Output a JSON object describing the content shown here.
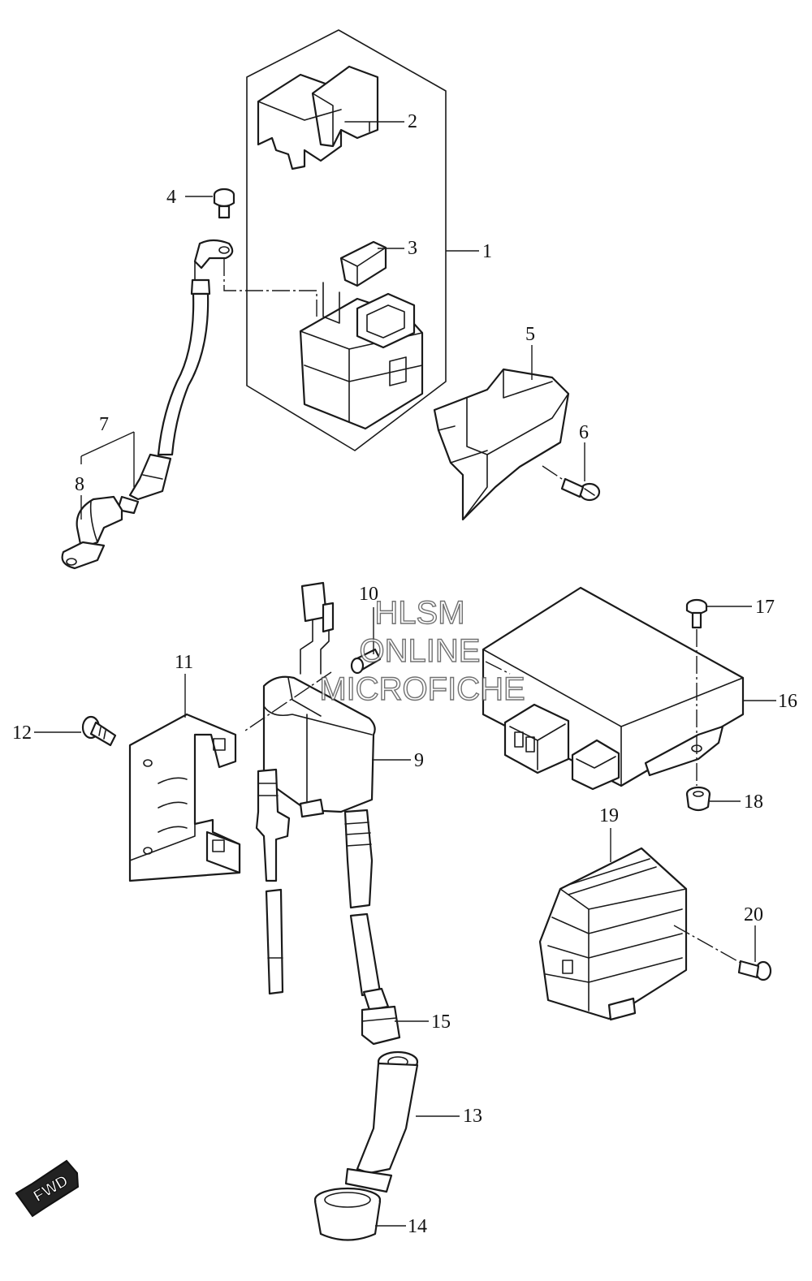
{
  "callouts": {
    "c1": "1",
    "c2": "2",
    "c3": "3",
    "c4": "4",
    "c5": "5",
    "c6": "6",
    "c7": "7",
    "c8": "8",
    "c9": "9",
    "c10": "10",
    "c11": "11",
    "c12": "12",
    "c13": "13",
    "c14": "14",
    "c15": "15",
    "c16": "16",
    "c17": "17",
    "c18": "18",
    "c19": "19",
    "c20": "20"
  },
  "watermark": {
    "line1": "HLSM",
    "line2": "ONLINE",
    "line3": "MICROFICHE"
  },
  "direction_badge": {
    "label": "FWD"
  }
}
